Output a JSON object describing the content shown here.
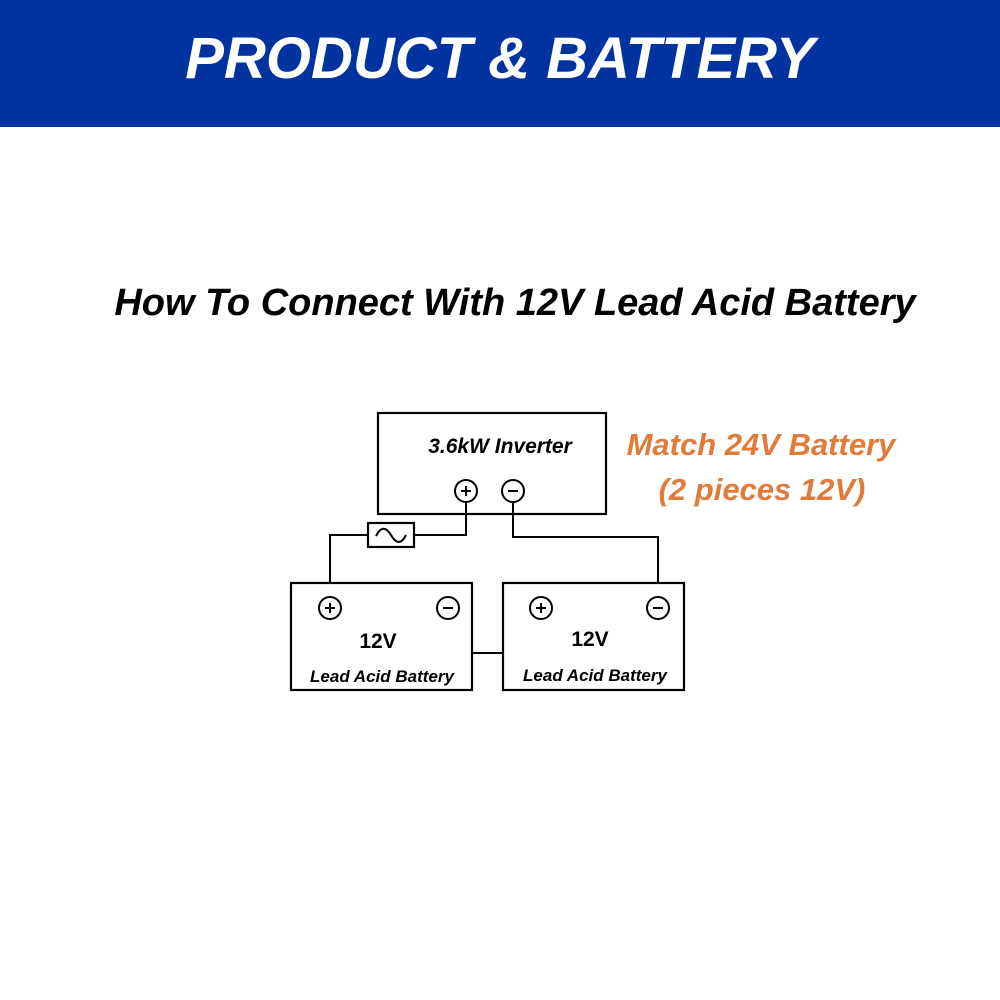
{
  "header": {
    "title": "PRODUCT & BATTERY",
    "background_color": "#0033a0",
    "text_color": "#ffffff"
  },
  "subtitle": "How To Connect With 12V Lead Acid Battery",
  "diagram": {
    "inverter_label": "3.6kW Inverter",
    "fuse": "fuse-icon",
    "batteries": [
      {
        "voltage": "12V",
        "label": "Lead Acid Battery"
      },
      {
        "voltage": "12V",
        "label": "Lead Acid Battery"
      }
    ],
    "note_lines": [
      "Match 24V Battery",
      "(2 pieces 12V)"
    ],
    "note_color": "#e07b39"
  }
}
